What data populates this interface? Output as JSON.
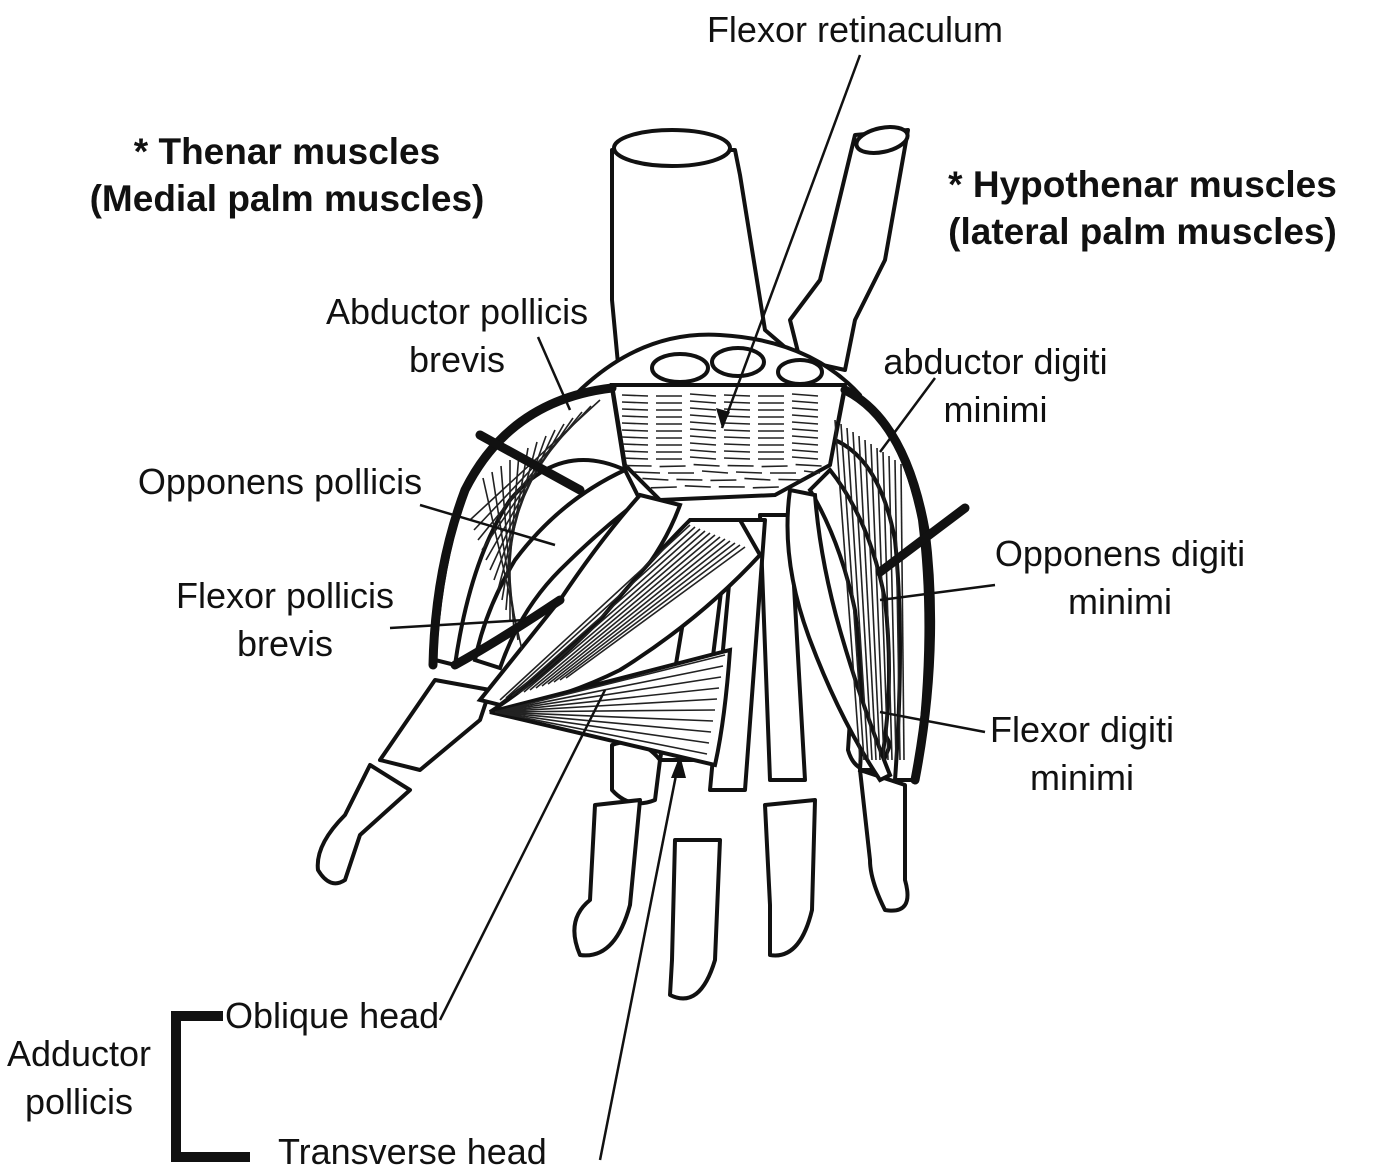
{
  "headers": {
    "thenar": [
      "* Thenar muscles",
      "(Medial palm muscles)"
    ],
    "hypothenar": [
      "* Hypothenar muscles",
      "(lateral palm muscles)"
    ]
  },
  "labels": {
    "flexor_retinaculum": "Flexor retinaculum",
    "abductor_pollicis_brevis": [
      "Abductor pollicis",
      "brevis"
    ],
    "opponens_pollicis": "Opponens pollicis",
    "flexor_pollicis_brevis": [
      "Flexor  pollicis",
      "brevis"
    ],
    "abductor_digiti_minimi": [
      "abductor digiti",
      "minimi"
    ],
    "opponens_digiti_minimi": [
      "Opponens digiti",
      "minimi"
    ],
    "flexor_digiti_minimi": [
      "Flexor digiti",
      "minimi"
    ],
    "adductor_pollicis": [
      "Adductor",
      "pollicis"
    ],
    "oblique_head": "Oblique head",
    "transverse_head": "Transverse head"
  }
}
